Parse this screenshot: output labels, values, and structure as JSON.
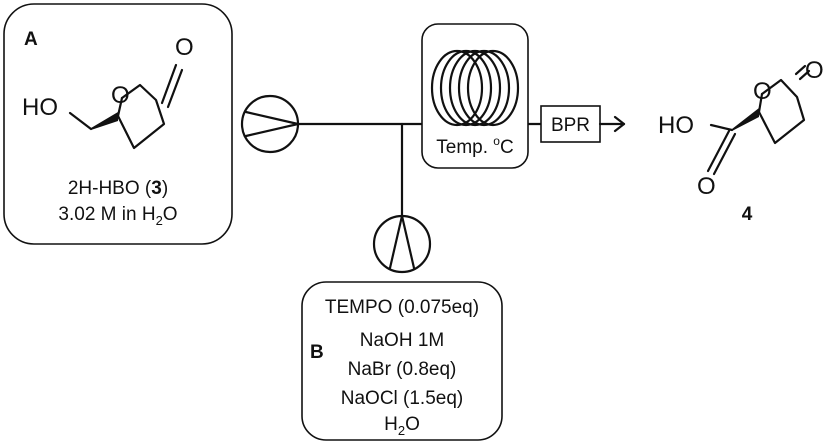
{
  "reservoir_a": {
    "tag": "A",
    "name_prefix": "2H-HBO (",
    "name_number": "3",
    "name_suffix": ")",
    "conc_prefix": "3.02 M in H",
    "conc_sub": "2",
    "conc_suffix": "O",
    "atom_oh": "HO",
    "atom_ring_o": "O",
    "atom_carbonyl_o": "O"
  },
  "reservoir_b": {
    "tag": "B",
    "line_1": "TEMPO (0.075eq)",
    "line_2": "NaOH 1M",
    "line_3": "NaBr (0.8eq)",
    "line_4": "NaOCl (1.5eq)",
    "line_5_prefix": "H",
    "line_5_sub": "2",
    "line_5_suffix": "O"
  },
  "reactor": {
    "label_prefix": "Temp. ",
    "label_sup": "o",
    "label_suffix": "C"
  },
  "bpr": {
    "label": "BPR"
  },
  "product": {
    "number": "4",
    "atom_ho": "HO",
    "atom_ring_o": "O",
    "atom_lactone_o": "O",
    "atom_acid_o": "O"
  }
}
